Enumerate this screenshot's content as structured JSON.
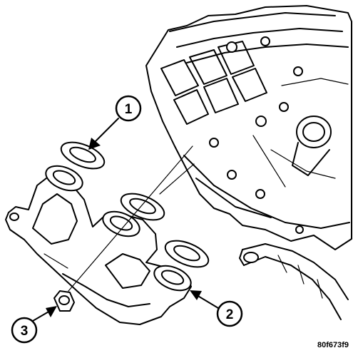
{
  "figure": {
    "callouts": [
      {
        "label": "1",
        "part": "exhaust-manifold-gasket"
      },
      {
        "label": "2",
        "part": "exhaust-manifold"
      },
      {
        "label": "3",
        "part": "nut"
      }
    ],
    "figure_id": "80f673f9"
  }
}
